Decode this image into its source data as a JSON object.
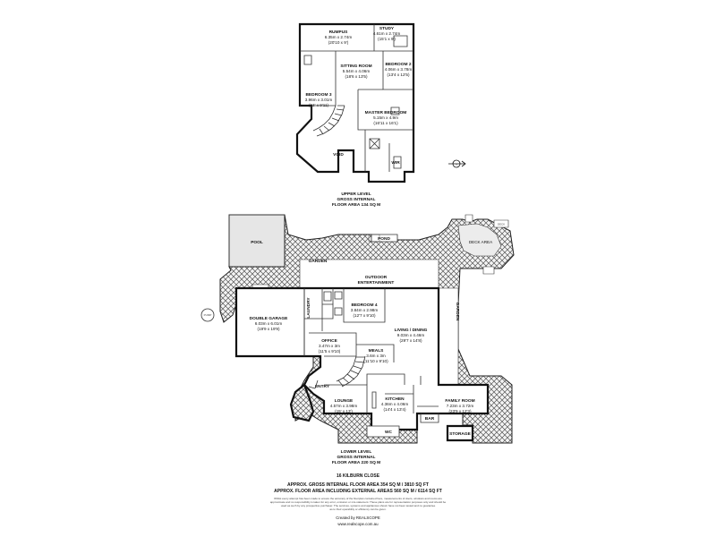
{
  "upper_level": {
    "rooms": {
      "rumpus": {
        "name": "RUMPUS",
        "dims": "6.35m x 2.74m",
        "imperial": "(20'10 x 9')"
      },
      "study": {
        "name": "STUDY",
        "dims": "4.61m x 2.74m",
        "imperial": "(15'1 x 9')"
      },
      "sitting": {
        "name": "SITTING ROOM",
        "dims": "5.54m x 4.06m",
        "imperial": "(18'6 x 13'5)"
      },
      "bedroom2": {
        "name": "BEDROOM 2",
        "dims": "4.06m x 3.78m",
        "imperial": "(13'4 x 12'5)"
      },
      "bedroom3": {
        "name": "BEDROOM 3",
        "dims": "3.96m x 3.01m",
        "imperial": "(13' x 9'11)"
      },
      "master": {
        "name": "MASTER BEDROOM",
        "dims": "5.15m x 4.9m",
        "imperial": "(16'11 x 16'1)"
      },
      "void": {
        "name": "VOID"
      },
      "wir": {
        "name": "WIR"
      }
    },
    "caption_1": "UPPER LEVEL",
    "caption_2": "GROSS INTERNAL",
    "caption_3": "FLOOR AREA 134 SQ M"
  },
  "lower_level": {
    "rooms": {
      "pool": {
        "name": "POOL"
      },
      "pond": {
        "name": "POND"
      },
      "deck": {
        "name": "DECK"
      },
      "deck_area": {
        "name": "DECK AREA"
      },
      "garden_top": {
        "name": "GARDEN"
      },
      "garden_right": {
        "name": "GARDEN"
      },
      "outdoor_ent": {
        "name": "OUTDOOR",
        "name2": "ENTERTAINMENT"
      },
      "seat": {
        "name": "SEAT"
      },
      "pump": {
        "name": "PUMP"
      },
      "laundry": {
        "name": "LAUNDRY"
      },
      "bedroom4": {
        "name": "BEDROOM 4",
        "dims": "3.84m x 2.98m",
        "imperial": "(12'7 x 9'10)"
      },
      "double_garage": {
        "name": "DOUBLE GARAGE",
        "dims": "6.03m x 6.01m",
        "imperial": "(19'9 x 19'9)"
      },
      "living": {
        "name": "LIVING / DINING",
        "dims": "9.03m x 4.46m",
        "imperial": "(29'7 x 14'8)"
      },
      "office": {
        "name": "OFFICE",
        "dims": "3.47m x 3m",
        "imperial": "(11'5 x 9'10)"
      },
      "meals": {
        "name": "MEALS",
        "dims": "3.6m x 3m",
        "imperial": "(11'10 x 9'10)"
      },
      "entry": {
        "name": "ENTRY"
      },
      "lounge": {
        "name": "LOUNGE",
        "dims": "4.57m x 3.98m",
        "imperial": "(15' x 13')"
      },
      "kitchen": {
        "name": "KITCHEN",
        "dims": "4.36m x 4.06m",
        "imperial": "(14'4 x 13'4)"
      },
      "family": {
        "name": "FAMILY ROOM",
        "dims": "7.23m x 3.72m",
        "imperial": "(23'9 x 12'3)"
      },
      "bar": {
        "name": "BAR"
      },
      "wc": {
        "name": "WC"
      },
      "storage": {
        "name": "STORAGE"
      }
    },
    "caption_1": "LOWER LEVEL",
    "caption_2": "GROSS INTERNAL",
    "caption_3": "FLOOR AREA 220 SQ M"
  },
  "footer": {
    "address": "16 KILBURN CLOSE",
    "area_line_1": "APPROX. GROSS INTERNAL FLOOR AREA 354 SQ M / 3810 SQ FT",
    "area_line_2": "APPROX. FLOOR AREA INCLUDING EXTERNAL AREAS 560 SQ M / 6114 SQ FT",
    "disclaimer_1": "Whilst every attempt has been made to ensure the accuracy of the floorplan contained here, measurements of doors, windows and rooms are",
    "disclaimer_2": "approximate and no responsibility is taken for any error, omission or mis-statement. These plans are for representation purposes only and should be",
    "disclaimer_3": "used as such by any prospective purchaser. The services, systems and appliances shown have not been tested and no guarantee",
    "disclaimer_4": "as to their operability or efficiency can be given.",
    "credit": "Created by REALSCOPE",
    "website": "www.realscope.com.au"
  },
  "compass": {
    "label": "N"
  }
}
